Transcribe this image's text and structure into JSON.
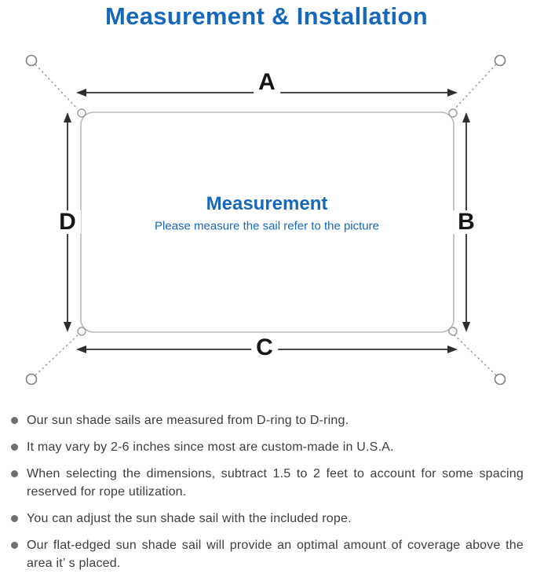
{
  "page": {
    "title": "Measurement & Installation"
  },
  "diagram": {
    "labels": {
      "top": "A",
      "right": "B",
      "bottom": "C",
      "left": "D"
    },
    "center_title": "Measurement",
    "center_subtitle": "Please measure the sail refer to the picture"
  },
  "notes": {
    "items": [
      "Our sun shade sails are measured from D-ring to D-ring.",
      "It may vary by 2-6 inches since most are custom-made in U.S.A.",
      "When selecting the dimensions, subtract 1.5 to 2 feet to account for some spacing reserved for rope utilization.",
      "You can adjust the sun shade sail with the included rope.",
      "Our flat-edged sun shade sail will provide an optimal amount of coverage above the area it’ s placed."
    ]
  },
  "colors": {
    "accent_blue": "#1668bd",
    "line_gray": "#8f8f8f",
    "outline_gray": "#b8b8b8",
    "arrow_dark": "#2e2e2e",
    "text_dark": "#3d3d3d"
  }
}
